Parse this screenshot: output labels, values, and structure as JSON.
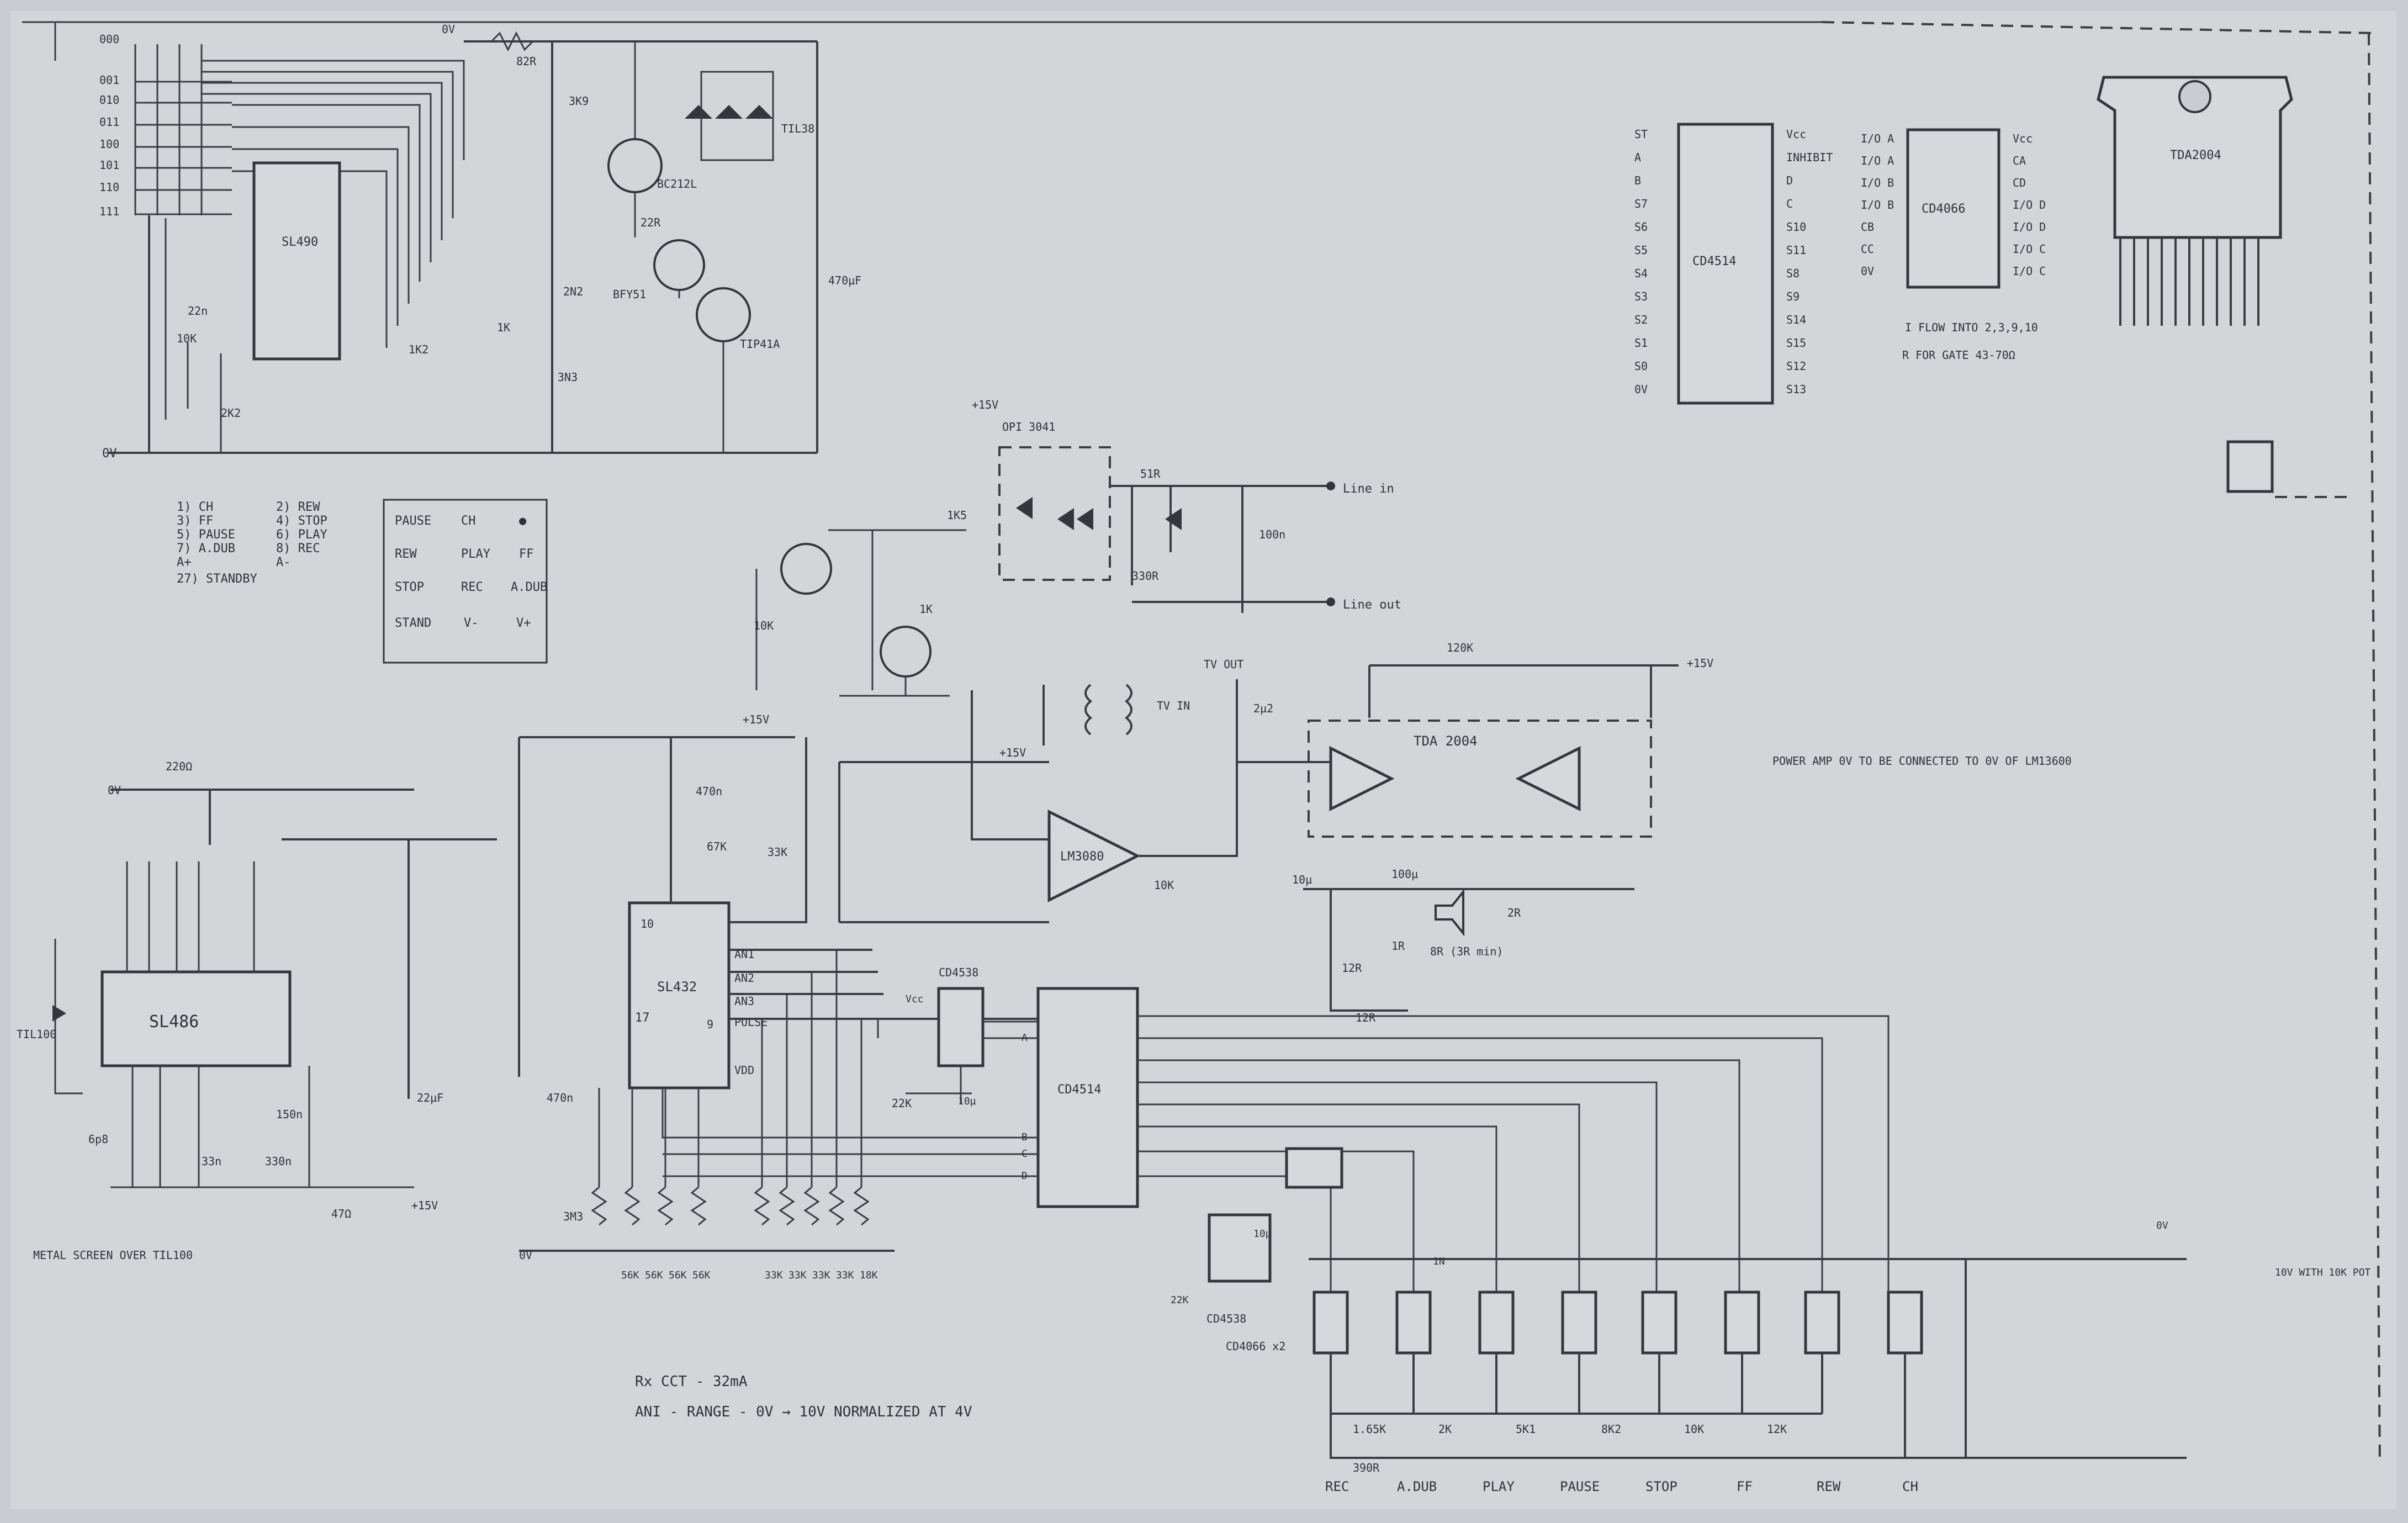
{
  "labels": {
    "sl490": "SL490",
    "sl486": "SL486",
    "sl432": "SL432",
    "lm3080": "LM3080",
    "tda2004": "TDA 2004",
    "tda2004_ref": "TDA2004",
    "cd4514_ref": "CD4514",
    "cd4514_main": "CD4514",
    "cd4066": "CD4066",
    "cd4538_top": "CD4538",
    "cd4538_bottom": "CD4538",
    "opto": "OPI 3041",
    "bc212l": "BC212L",
    "bfy51": "BFY51",
    "tip41a": "TIP41A",
    "til38": "TIL38",
    "til100": "TIL100",
    "tv_in": "TV IN",
    "tv_out": "TV OUT",
    "line_in": "Line in",
    "line_out": "Line out",
    "plus15v": "+15V",
    "zero_v": "0V",
    "cd4066_x2": "CD4066 x2",
    "speaker": "8R (3R min)"
  },
  "function_list": [
    "1) CH",
    "2) REW",
    "3) FF",
    "4) STOP",
    "5) PAUSE",
    "6) PLAY",
    "7) A.DUB",
    "8) REC",
    "A+",
    "A-",
    "27) STANDBY"
  ],
  "keypad": [
    [
      "PAUSE",
      "CH",
      "●"
    ],
    [
      "REW",
      "PLAY",
      "FF"
    ],
    [
      "STOP",
      "REC",
      "A.DUB"
    ],
    [
      "STAND",
      "V-",
      "V+"
    ]
  ],
  "binary_codes": [
    "000",
    "001",
    "010",
    "011",
    "100",
    "101",
    "110",
    "111"
  ],
  "cd4514_left_pins": [
    "ST",
    "A",
    "B",
    "S7",
    "S6",
    "S5",
    "S4",
    "S3",
    "S2",
    "S1",
    "S0",
    "0V"
  ],
  "cd4514_right_pins": [
    "Vcc",
    "INHIBIT",
    "D",
    "C",
    "S10",
    "S11",
    "S8",
    "S9",
    "S14",
    "S15",
    "S12",
    "S13"
  ],
  "cd4066_left_pins": [
    "I/O A",
    "I/O A",
    "I/O B",
    "I/O B",
    "CB",
    "CC",
    "0V"
  ],
  "cd4066_right_pins": [
    "Vcc",
    "CA",
    "CD",
    "I/O D",
    "I/O D",
    "I/O C",
    "I/O C"
  ],
  "notes": {
    "i_flow": "I FLOW INTO 2,3,9,10",
    "r_gate": "R FOR GATE 43-70Ω",
    "power_amp": "POWER AMP 0V TO BE CONNECTED TO 0V OF LM13600",
    "metal_screen": "METAL SCREEN OVER TIL100",
    "rx_cct": "Rx CCT - 32mA",
    "ani_range": "ANI - RANGE - 0V → 10V NORMALIZED AT 4V",
    "side_note": "10V WITH 10K POT"
  },
  "bottom_functions": [
    "REC",
    "A.DUB",
    "PLAY",
    "PAUSE",
    "STOP",
    "FF",
    "REW",
    "CH"
  ],
  "ladder_values": [
    "1.65K",
    "2K",
    "5K1",
    "8K2",
    "10K",
    "12K"
  ],
  "ladder_bottom": "390R",
  "resistors": {
    "r82": "82R",
    "r3k9": "3K9",
    "r22r": "22R",
    "r1k": "1K",
    "r1k2": "1K2",
    "r2k2": "2K2",
    "r10k_pot": "10K",
    "r220": "220Ω",
    "r47": "47Ω",
    "r1k5": "1K5",
    "r51r": "51R",
    "r330r": "330R",
    "r120k": "120K",
    "r1k_bc": "1K",
    "r10k_bc": "10K",
    "r67k": "67K",
    "r33k": "33K",
    "r10k_sl": "10K",
    "r3m3": "3M3",
    "r22k": "22K",
    "r1r": "1R",
    "r12r": "12R",
    "r2r": "2R",
    "r12r_b": "12R"
  },
  "capacitors": {
    "c22n": "22n",
    "c2n2": "2N2",
    "c3n3": "3N3",
    "c470u": "470µF",
    "c33n": "33n",
    "c6p8": "6p8",
    "c330n": "330n",
    "c150n": "150n",
    "c22u": "22µF",
    "c1n": "1N",
    "c100n": "100n",
    "c2u2": "2µ2",
    "c470n": "470n",
    "c10u": "10µ",
    "c100u": "100µ"
  },
  "sl432_pins": [
    "10",
    "17",
    "9",
    "AN1",
    "AN2",
    "AN3",
    "PULSE",
    "VDD"
  ],
  "bank_values": [
    "56K",
    "56K",
    "56K",
    "56K",
    "33K",
    "33K",
    "33K",
    "33K",
    "18K"
  ]
}
